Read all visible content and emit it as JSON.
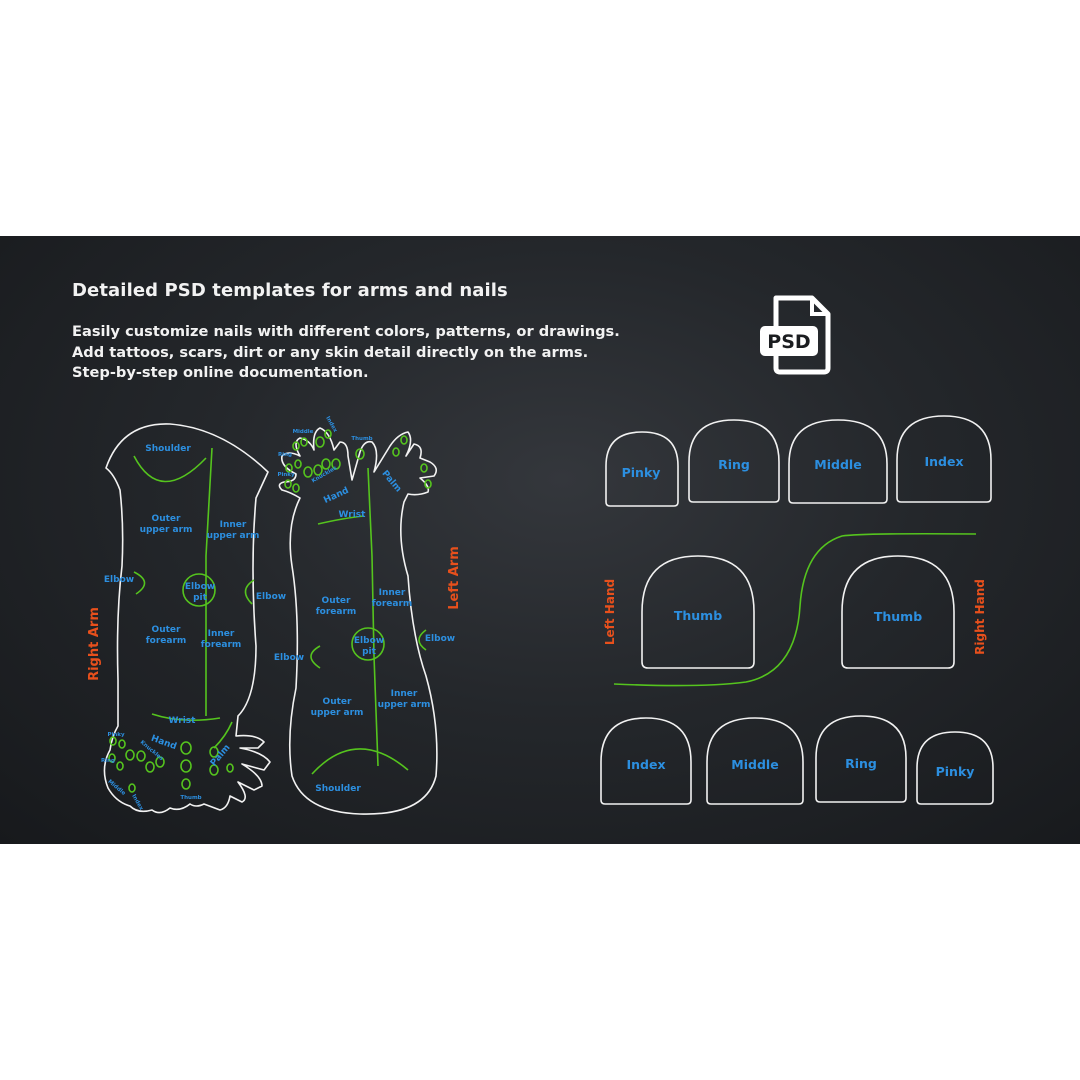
{
  "heading": "Detailed PSD templates for arms and nails",
  "description": [
    "Easily customize nails with different colors, patterns, or drawings.",
    "Add tattoos, scars, dirt or any skin detail directly on the arms.",
    "Step-by-step online documentation."
  ],
  "psd_badge": {
    "text": "PSD",
    "icon": "psd-file-icon"
  },
  "colors": {
    "zone_label": "#2c8fe0",
    "side_label": "#e8501c",
    "seam": "#55c41e",
    "outline": "#f2f2f2"
  },
  "right_arm": {
    "side_label": "Right Arm",
    "zones": {
      "shoulder": "Shoulder",
      "outer_upper_arm": [
        "Outer",
        "upper arm"
      ],
      "inner_upper_arm": [
        "Inner",
        "upper arm"
      ],
      "elbow_outer": "Elbow",
      "elbow_inner": "Elbow",
      "elbow_pit": [
        "Elbow",
        "pit"
      ],
      "outer_forearm": [
        "Outer",
        "forearm"
      ],
      "inner_forearm": [
        "Inner",
        "forearm"
      ],
      "wrist": "Wrist",
      "hand": "Hand",
      "palm": "Palm",
      "pinky": "Pinky",
      "ring": "Ring",
      "middle": "Middle",
      "index": "Index",
      "knuckles": "Knuckles",
      "thumb": "Thumb"
    }
  },
  "left_arm": {
    "side_label": "Left Arm",
    "zones": {
      "shoulder": "Shoulder",
      "outer_upper_arm": [
        "Outer",
        "upper arm"
      ],
      "inner_upper_arm": [
        "Inner",
        "upper arm"
      ],
      "elbow_outer": "Elbow",
      "elbow_inner": "Elbow",
      "elbow_pit": [
        "Elbow",
        "pit"
      ],
      "outer_forearm": [
        "Outer",
        "forearm"
      ],
      "inner_forearm": [
        "Inner",
        "forearm"
      ],
      "wrist": "Wrist",
      "hand": "Hand",
      "palm": "Palm",
      "pinky": "Pinky",
      "ring": "Ring",
      "middle": "Middle",
      "index": "Index",
      "knuckles": "Knuckles",
      "thumb": "Thumb"
    }
  },
  "nails": {
    "left_hand_label": "Left Hand",
    "right_hand_label": "Right Hand",
    "top_row": [
      "Pinky",
      "Ring",
      "Middle",
      "Index"
    ],
    "left_thumb": "Thumb",
    "right_thumb": "Thumb",
    "bottom_row": [
      "Index",
      "Middle",
      "Ring",
      "Pinky"
    ]
  }
}
